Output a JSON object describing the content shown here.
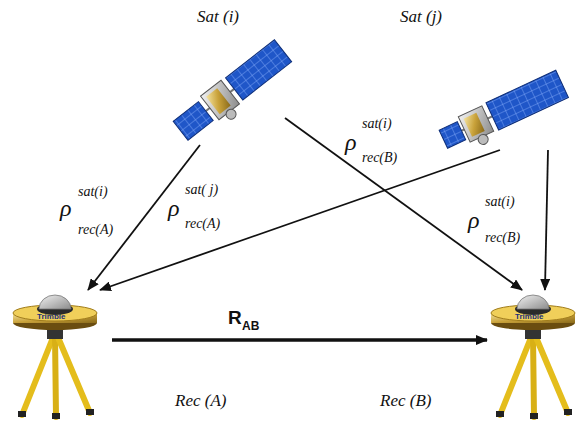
{
  "diagram": {
    "nodes": [
      {
        "text": [
          "Sat (i)"
        ]
      },
      {
        "text": [
          "Sat (j)"
        ]
      },
      {
        "text": [
          "Rec (A)"
        ]
      },
      {
        "text": [
          "Rec (B)"
        ]
      }
    ],
    "edges": [
      {
        "from": 0,
        "to": 2,
        "arrow": "to",
        "label": "ρ"
      },
      {
        "from": 0,
        "to": 3,
        "arrow": "to",
        "label": "ρ"
      },
      {
        "from": 1,
        "to": 2,
        "arrow": "to",
        "label": "ρ"
      },
      {
        "from": 1,
        "to": 3,
        "arrow": "to",
        "label": "ρ"
      },
      {
        "from": 2,
        "to": 3,
        "arrow": "to",
        "label": "R"
      }
    ],
    "labels": [
      "sat(i)",
      "rec(A)",
      "sat(i)",
      "rec(B)",
      "sat( j)",
      "rec(A)",
      "sat(i)",
      "rec(B)",
      "AB",
      "Trimble",
      "Trimble"
    ]
  }
}
